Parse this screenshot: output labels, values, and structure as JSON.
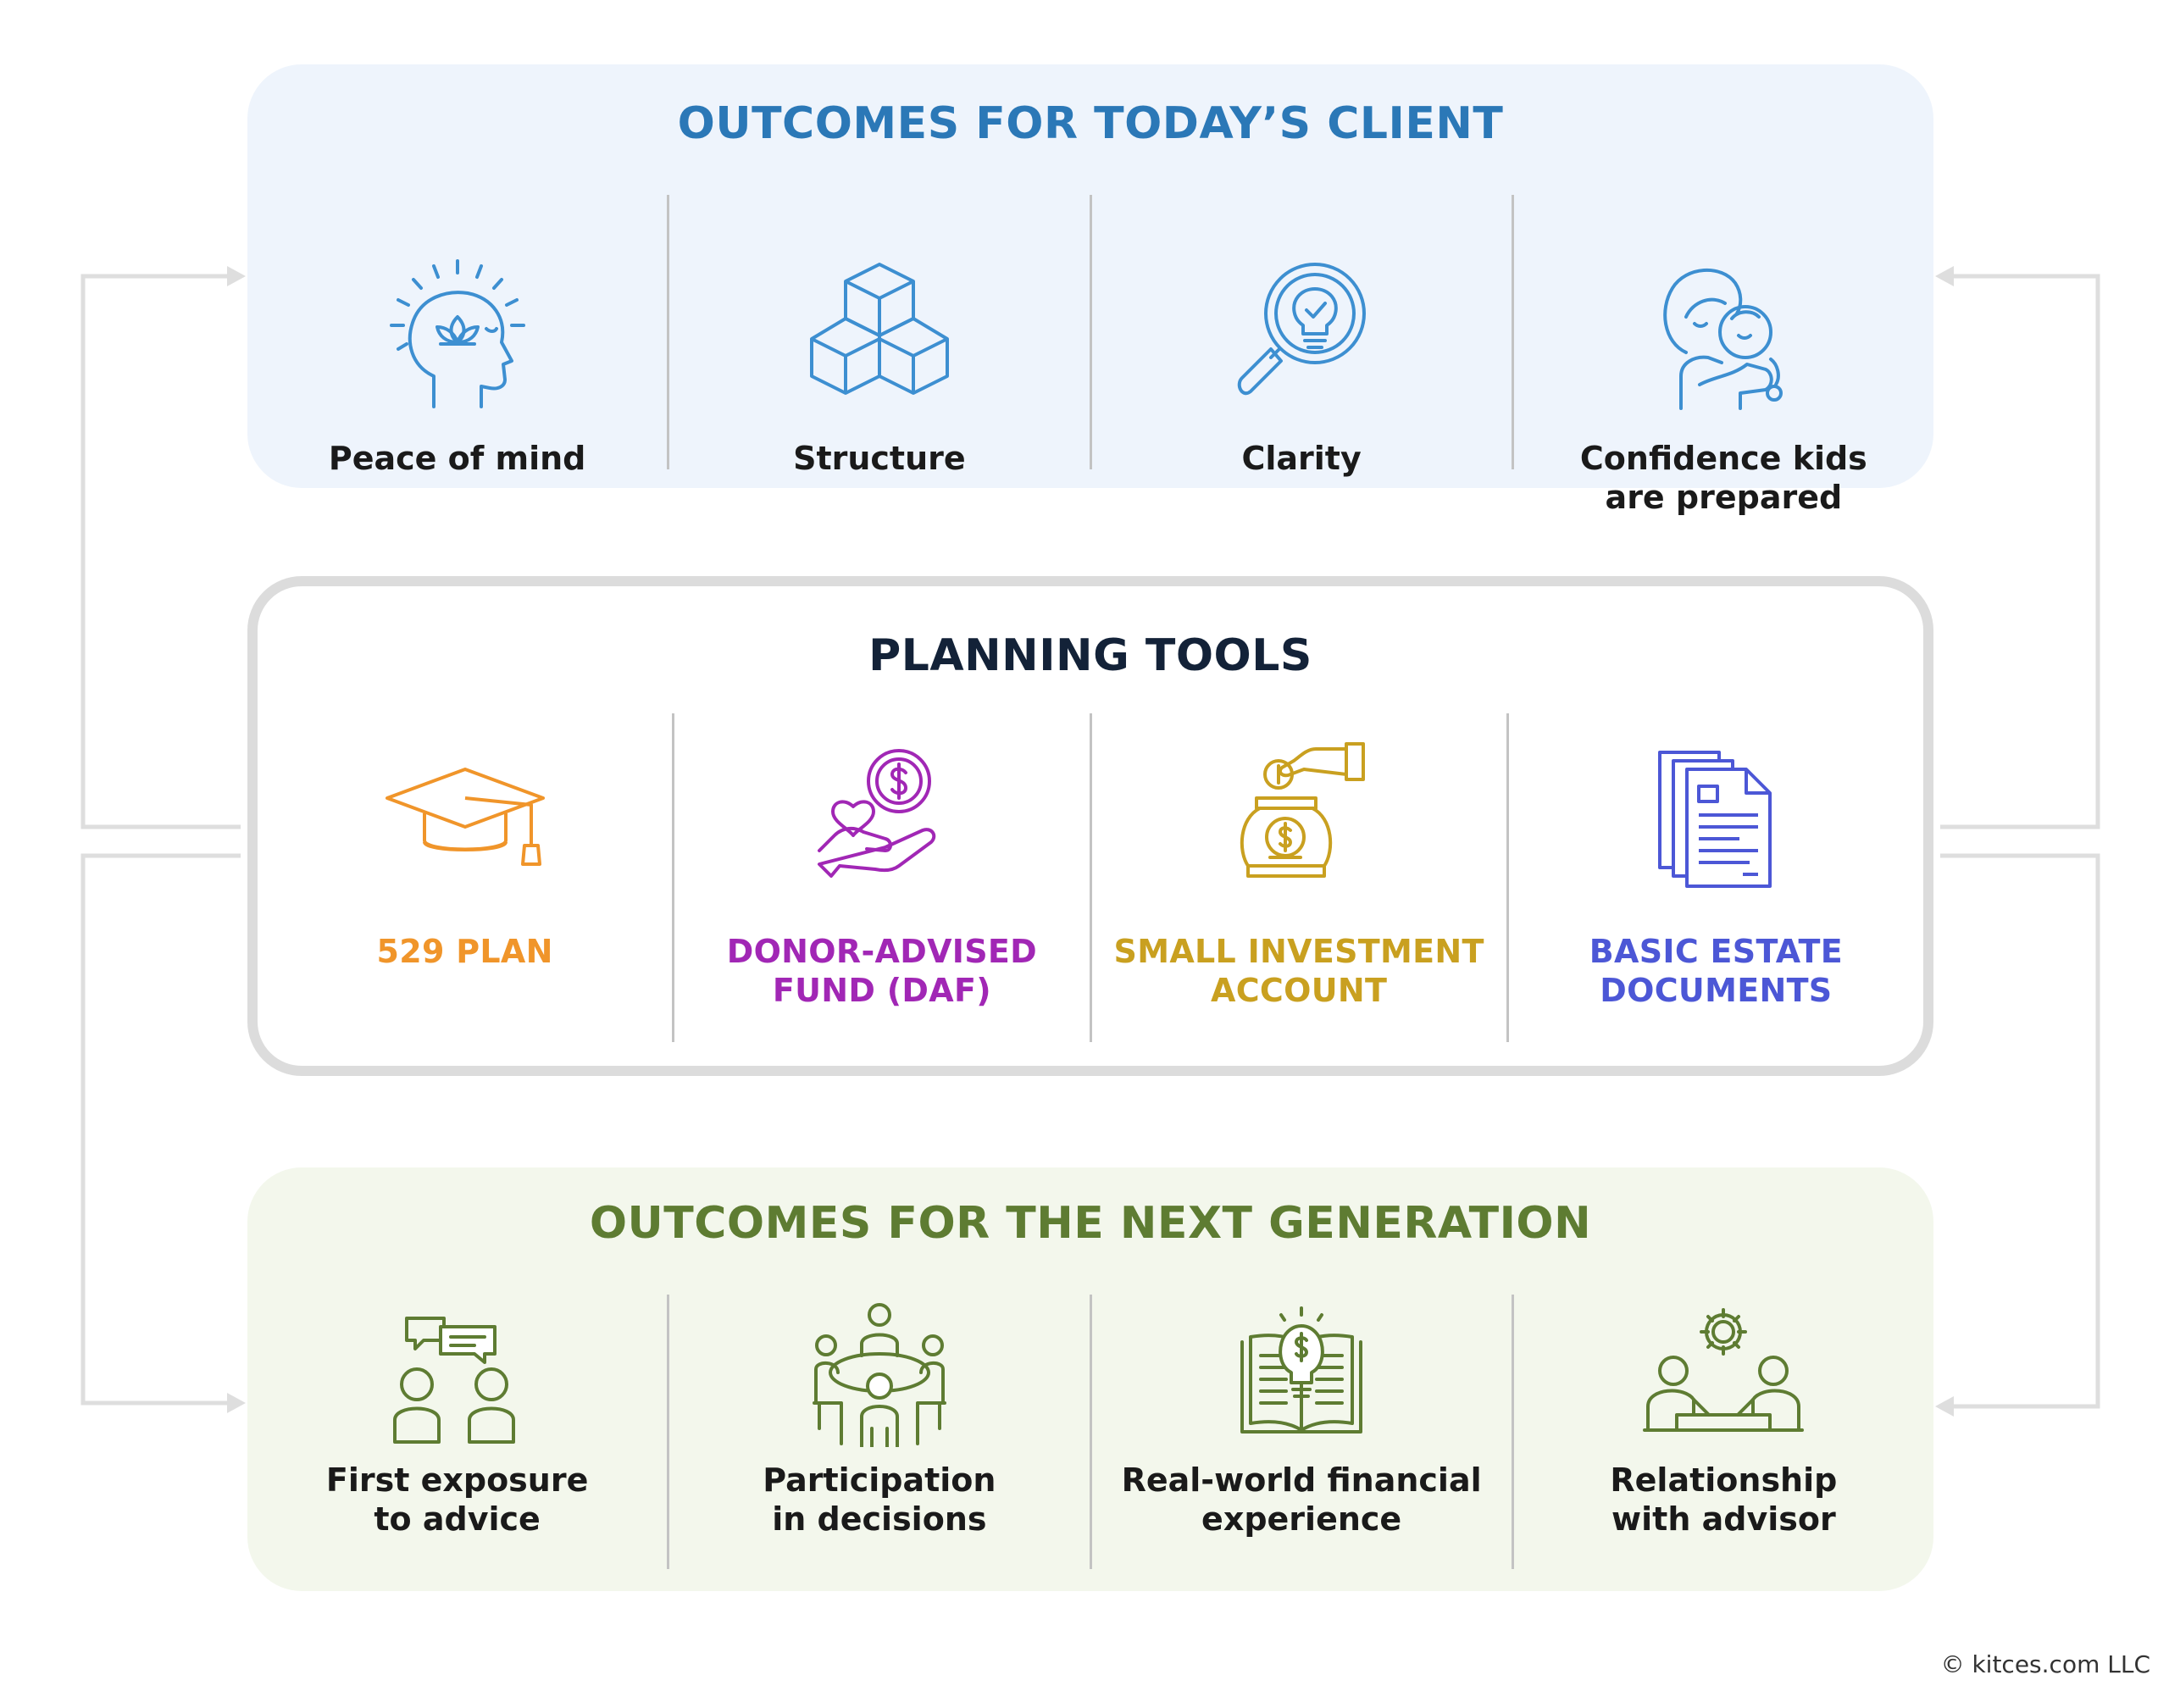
{
  "top": {
    "title": "OUTCOMES FOR TODAY’S CLIENT",
    "items": [
      {
        "label": "Peace of mind",
        "icon": "mindful-head-icon"
      },
      {
        "label": "Structure",
        "icon": "stacked-cubes-icon"
      },
      {
        "label": "Clarity",
        "icon": "magnifier-lightbulb-icon"
      },
      {
        "label": "Confidence kids\nare prepared",
        "icon": "parent-child-hug-icon"
      }
    ],
    "color": "#2b78b7"
  },
  "middle": {
    "title": "PLANNING TOOLS",
    "items": [
      {
        "label": "529 PLAN",
        "icon": "graduation-cap-icon",
        "color": "#f0952a"
      },
      {
        "label": "DONOR-ADVISED\nFUND (DAF)",
        "icon": "hand-heart-coin-icon",
        "color": "#a127b5"
      },
      {
        "label": "SMALL INVESTMENT\nACCOUNT",
        "icon": "coin-jar-icon",
        "color": "#c9a020"
      },
      {
        "label": "BASIC ESTATE\nDOCUMENTS",
        "icon": "documents-icon",
        "color": "#4c57d6"
      }
    ]
  },
  "bottom": {
    "title": "OUTCOMES FOR THE NEXT GENERATION",
    "items": [
      {
        "label": "First exposure\nto advice",
        "icon": "conversation-people-icon"
      },
      {
        "label": "Participation\nin decisions",
        "icon": "meeting-table-icon"
      },
      {
        "label": "Real-world financial\nexperience",
        "icon": "book-lightbulb-icon"
      },
      {
        "label": "Relationship\nwith advisor",
        "icon": "advisor-meeting-icon"
      }
    ],
    "color": "#5e7c32"
  },
  "copyright": "© kitces.com LLC"
}
